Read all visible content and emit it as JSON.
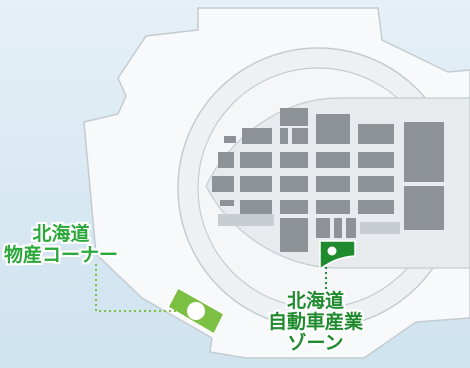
{
  "zones": {
    "products": {
      "lines": [
        "北海道",
        "物産コーナー"
      ],
      "color": "#7bc043"
    },
    "automotive": {
      "lines": [
        "北海道",
        "自動車産業",
        "ゾーン"
      ],
      "color": "#1f8a2e"
    }
  },
  "colors": {
    "background": "#dcebf4",
    "venue_fill": "#f7f9fa",
    "outline": "#bfc8cc",
    "block": "#8d9296"
  }
}
